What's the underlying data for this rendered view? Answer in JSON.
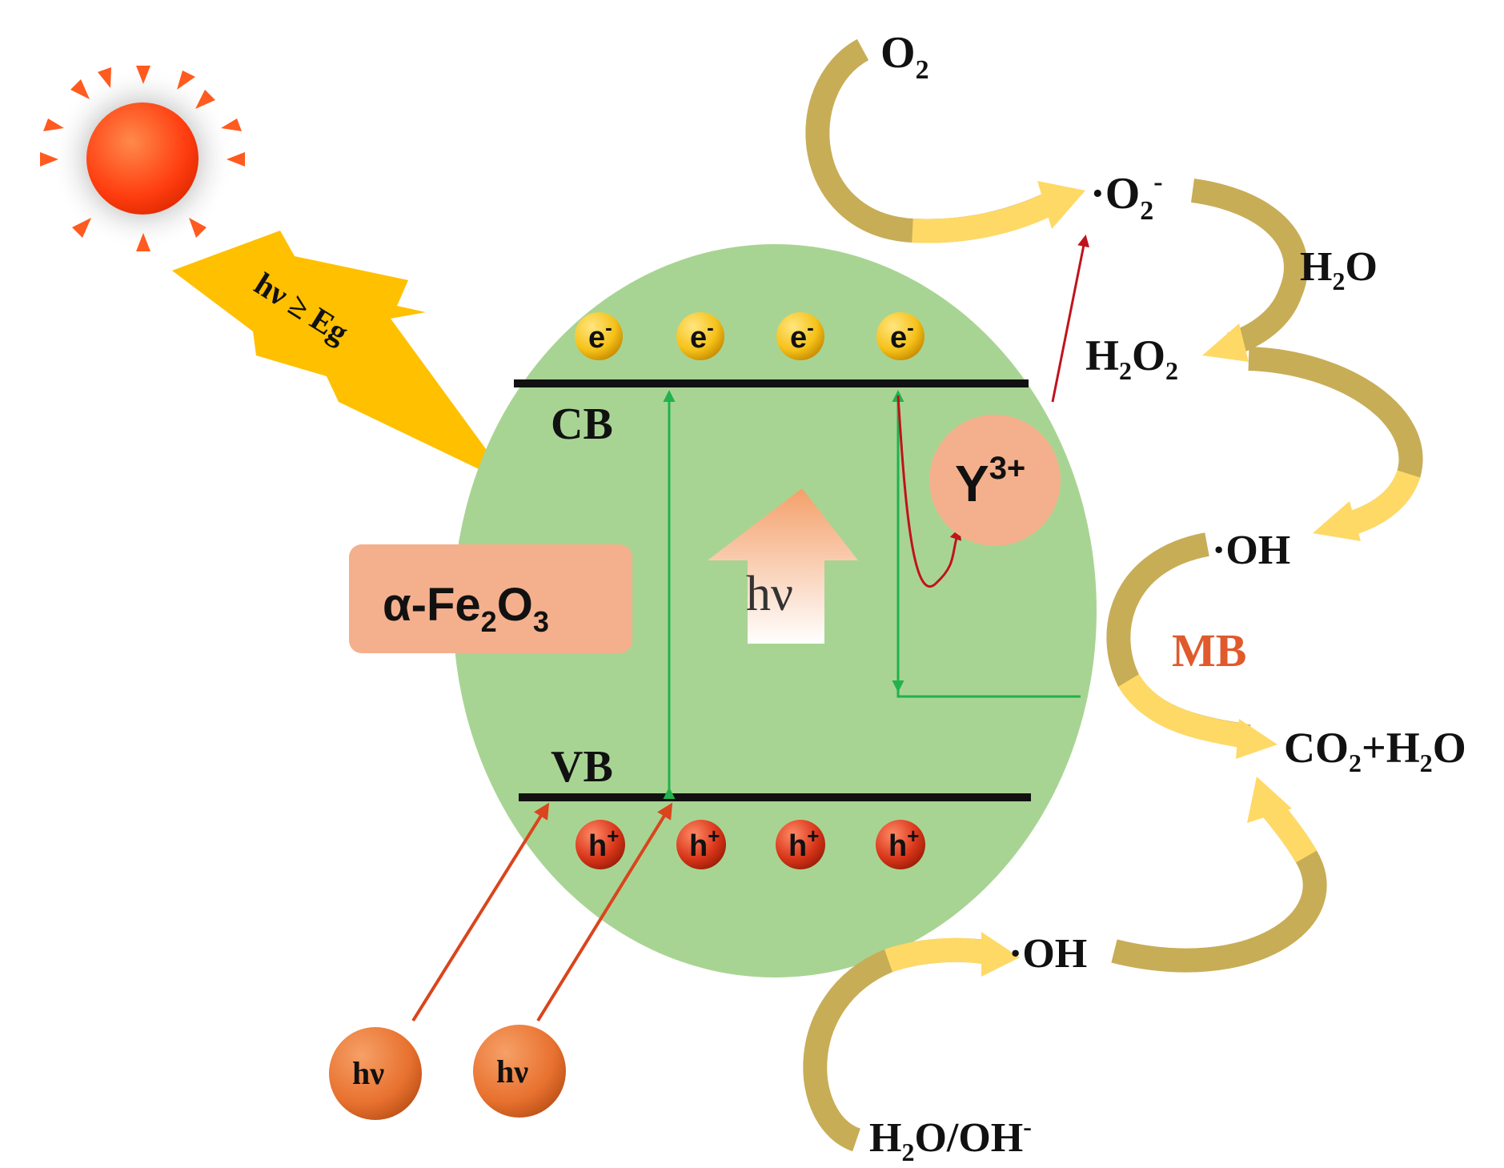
{
  "diagram": {
    "incident_light": {
      "hv": "hν",
      "ge": "≥",
      "eg": "Eg"
    },
    "catalyst": {
      "alpha": "α-Fe",
      "sub1": "2",
      "mid": "O",
      "sub2": "3"
    },
    "bands": {
      "conduction": "CB",
      "valence": "VB"
    },
    "electron": {
      "base": "e",
      "sup": "-",
      "count": 4
    },
    "hole": {
      "base": "h",
      "sup": "+",
      "count": 4
    },
    "dopant": {
      "base": "Y",
      "sup": "3+"
    },
    "excitation_arrow": "hν",
    "photons": [
      "hν",
      "hν"
    ],
    "species": {
      "o2": {
        "base": "O",
        "sub": "2"
      },
      "superoxide": {
        "dot": "·",
        "base": "O",
        "sub": "2",
        "sup": "-"
      },
      "water": {
        "a": "H",
        "sub": "2",
        "b": "O"
      },
      "h2o2": {
        "a": "H",
        "sub1": "2",
        "b": "O",
        "sub2": "2"
      },
      "oh_top": "·OH",
      "oh_bottom": "·OH",
      "pollutant": "MB",
      "products": {
        "a": "CO",
        "sub1": "2",
        "b": "+H",
        "sub2": "2",
        "c": "O"
      },
      "water_hydroxide": {
        "a": "H",
        "sub": "2",
        "b": "O/OH",
        "sup": "-"
      }
    },
    "colors": {
      "particle": "#a8d493",
      "band_line": "#111111",
      "transition_arrow": "#22b14c",
      "dopant_arrow": "#c0131b",
      "photon_arrow": "#d9451d",
      "electron": "#f6c21a",
      "hole": "#d9361a",
      "dopant_sphere": "#f4b08c",
      "label_box": "#f4b08c",
      "bolt": "#ffc000",
      "sun": "#ff3d10",
      "flow_arrow": "#c8ad57",
      "flow_arrow_light": "#ffd966",
      "pollutant_text": "#e05a2c"
    }
  }
}
